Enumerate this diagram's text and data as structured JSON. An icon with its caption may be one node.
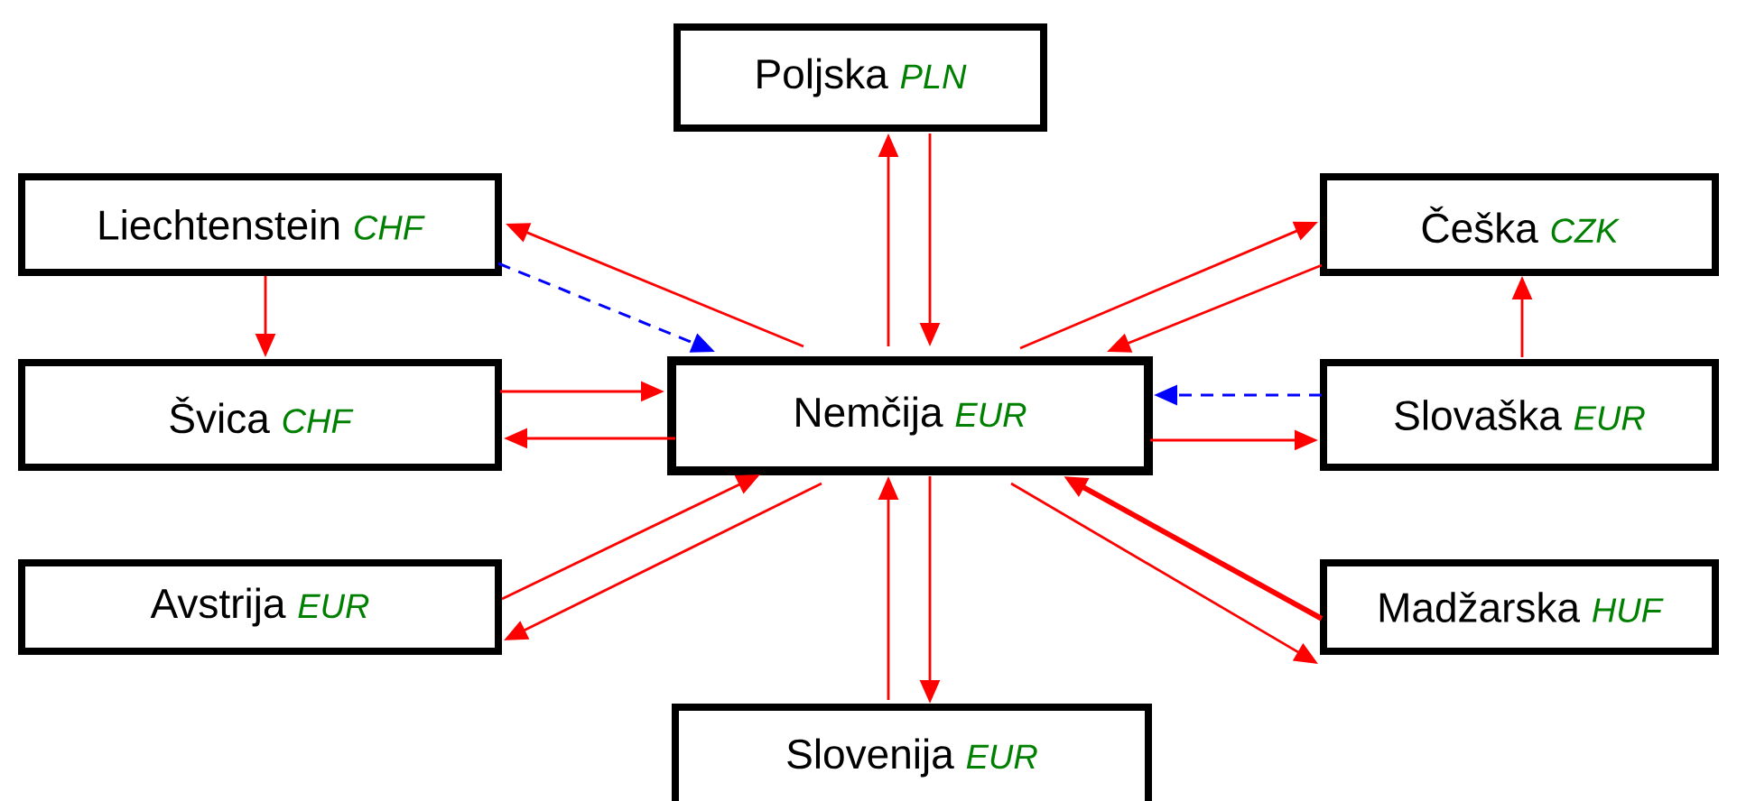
{
  "diagram": {
    "nodes": [
      {
        "text": [
          "Poljska",
          "PLN"
        ]
      },
      {
        "text": [
          "Liechtenstein",
          "CHF"
        ]
      },
      {
        "text": [
          "Češka",
          "CZK"
        ]
      },
      {
        "text": [
          "Švica",
          "CHF"
        ]
      },
      {
        "text": [
          "Nemčija",
          "EUR"
        ]
      },
      {
        "text": [
          "Slovaška",
          "EUR"
        ]
      },
      {
        "text": [
          "Avstrija",
          "EUR"
        ]
      },
      {
        "text": [
          "Madžarska",
          "HUF"
        ]
      },
      {
        "text": [
          "Slovenija",
          "EUR"
        ]
      }
    ],
    "edges": [
      {
        "from": 4,
        "to": 0,
        "arrow": "to"
      },
      {
        "from": 0,
        "to": 4,
        "arrow": "to"
      },
      {
        "from": 4,
        "to": 1,
        "arrow": "to"
      },
      {
        "from": 1,
        "to": 4,
        "arrow": "to",
        "style": "dashed",
        "color": "#0000ff"
      },
      {
        "from": 1,
        "to": 3,
        "arrow": "to"
      },
      {
        "from": 3,
        "to": 4,
        "arrow": "to"
      },
      {
        "from": 4,
        "to": 3,
        "arrow": "to"
      },
      {
        "from": 4,
        "to": 2,
        "arrow": "to"
      },
      {
        "from": 2,
        "to": 4,
        "arrow": "to"
      },
      {
        "from": 5,
        "to": 2,
        "arrow": "to"
      },
      {
        "from": 5,
        "to": 4,
        "arrow": "to",
        "style": "dashed",
        "color": "#0000ff"
      },
      {
        "from": 4,
        "to": 5,
        "arrow": "to"
      },
      {
        "from": 6,
        "to": 4,
        "arrow": "to"
      },
      {
        "from": 4,
        "to": 6,
        "arrow": "to"
      },
      {
        "from": 8,
        "to": 4,
        "arrow": "to"
      },
      {
        "from": 4,
        "to": 8,
        "arrow": "to"
      },
      {
        "from": 7,
        "to": 4,
        "arrow": "to",
        "style": "thick"
      },
      {
        "from": 4,
        "to": 7,
        "arrow": "to"
      }
    ]
  }
}
